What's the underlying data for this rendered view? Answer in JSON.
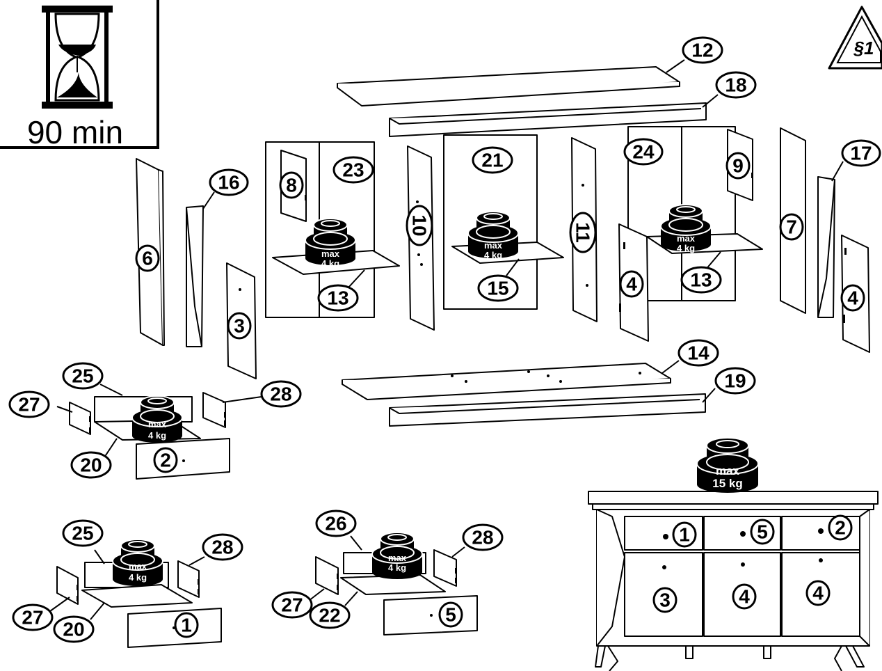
{
  "time_box": {
    "text": "90 min"
  },
  "warning_badge": {
    "text": "§1"
  },
  "weight_small": {
    "line1": "max",
    "line2": "4 kg"
  },
  "weight_large": {
    "line1": "max",
    "line2": "15 kg"
  },
  "part_labels": {
    "p1": "1",
    "p2": "2",
    "p3": "3",
    "p4": "4",
    "p5": "5",
    "p6": "6",
    "p7": "7",
    "p8": "8",
    "p9": "9",
    "p10": "10",
    "p11": "11",
    "p12": "12",
    "p13": "13",
    "p14": "14",
    "p15": "15",
    "p16": "16",
    "p17": "17",
    "p18": "18",
    "p19": "19",
    "p20": "20",
    "p21": "21",
    "p22": "22",
    "p23": "23",
    "p24": "24",
    "p25": "25",
    "p26": "26",
    "p27": "27",
    "p28": "28"
  }
}
